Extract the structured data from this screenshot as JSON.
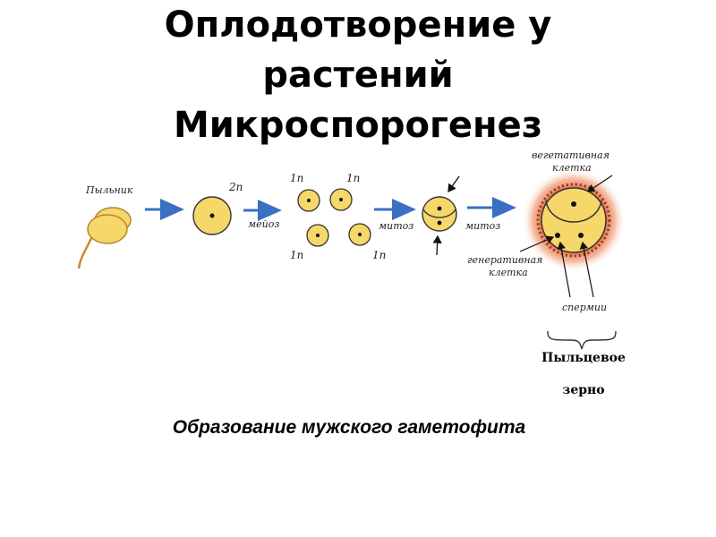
{
  "title": {
    "line1": "Оплодотворение у",
    "line2": "растений",
    "line3": "Микроспорогенез"
  },
  "diagram": {
    "anther_label": "Пыльник",
    "label_2n": "2n",
    "meiosis_label": "мейоз",
    "label_1n_tl": "1n",
    "label_1n_tr": "1n",
    "label_1n_bl": "1n",
    "label_1n_br": "1n",
    "mitosis_label_1": "митоз",
    "mitosis_label_2": "митоз",
    "vegetative_line1": "вегетативная",
    "vegetative_line2": "клетка",
    "generative_line1": "генеративная",
    "generative_line2": "клетка",
    "sperm_label": "спермии",
    "pollen_line1": "Пыльцевое",
    "pollen_line2": "зерно"
  },
  "caption": "Образование мужского гаметофита",
  "colors": {
    "cell_fill": "#f6d76a",
    "cell_stroke": "#333333",
    "arrow": "#3a6fc4",
    "halo": "#e2562a"
  }
}
